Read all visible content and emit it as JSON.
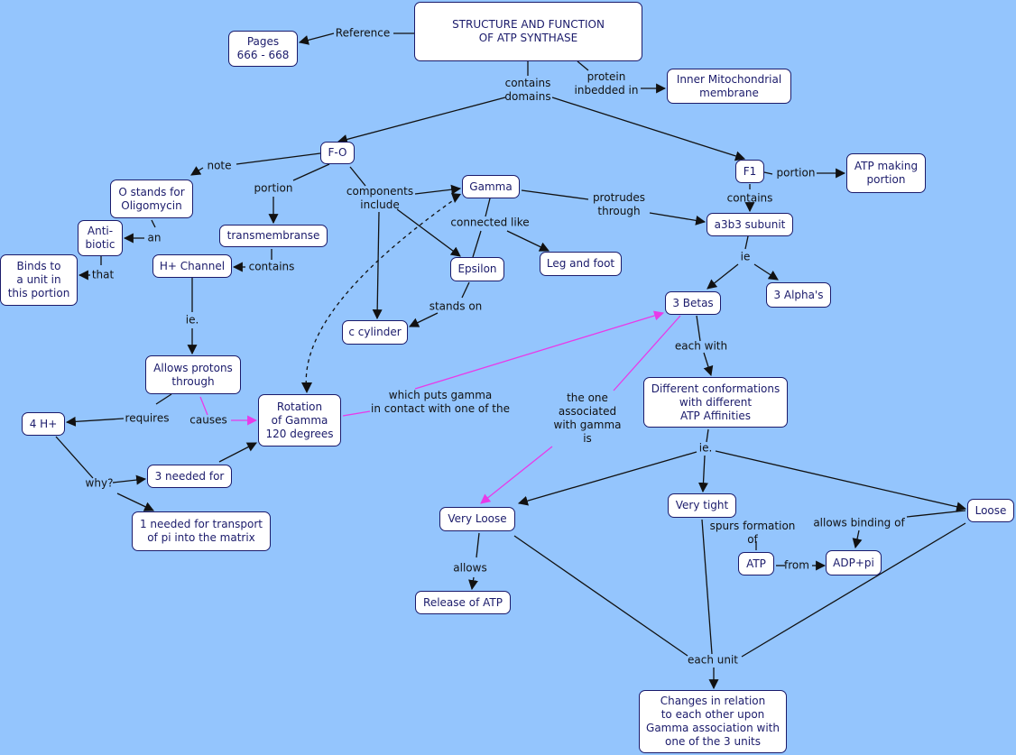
{
  "title": "STRUCTURE AND FUNCTION\nOF ATP SYNTHASE",
  "colors": {
    "background": "#94c5fd",
    "node_border": "#1b1b6b",
    "node_text": "#1b1b6b",
    "line": "#111111",
    "highlight": "#e83ae8"
  },
  "nodes": {
    "root": "STRUCTURE AND FUNCTION\nOF ATP SYNTHASE",
    "pages": "Pages\n666 - 668",
    "inner": "Inner Mitochondrial\nmembrane",
    "fo": "F-O",
    "f1": "F1",
    "atpmaking": "ATP making\nportion",
    "ostands": "O stands for\nOligomycin",
    "antibiotic": "Anti-\nbiotic",
    "binds": "Binds to\na unit in\nthis portion",
    "transmem": "transmembranse",
    "hchannel": "H+ Channel",
    "gamma": "Gamma",
    "epsilon": "Epsilon",
    "legfoot": "Leg and foot",
    "ccyl": "c cylinder",
    "a3b3": "a3b3 subunit",
    "betas": "3 Betas",
    "alphas": "3 Alpha's",
    "allows": "Allows protons\nthrough",
    "rotation": "Rotation\nof Gamma\n120 degrees",
    "h4": "4 H+",
    "three": "3 needed for",
    "one": "1 needed for transport\nof pi into the matrix",
    "diffconf": "Different conformations\nwith different\nATP Affinities",
    "veryloose": "Very Loose",
    "verytight": "Very tight",
    "loose": "Loose",
    "atp": "ATP",
    "adppi": "ADP+pi",
    "release": "Release of ATP",
    "changes": "Changes in relation\nto each other upon\nGamma association with\none of the 3 units"
  },
  "links": {
    "reference": "Reference",
    "contains_domains": "contains\ndomains",
    "protein_inbedded": "protein\ninbedded in",
    "note": "note",
    "portion_fo": "portion",
    "components": "components\ninclude",
    "an": "an",
    "that": "that",
    "contains_tm": "contains",
    "portion_f1": "portion",
    "contains_f1": "contains",
    "connected": "connected like",
    "protrudes": "protrudes\nthrough",
    "stands": "stands on",
    "ie_a3b3": "ie",
    "ie_hch": "ie.",
    "requires": "requires",
    "causes": "causes",
    "why": "why?",
    "puts": "which puts gamma\nin contact with one of the",
    "theone": "the one\nassociated\nwith gamma\nis",
    "eachwith": "each with",
    "ie_diff": "ie.",
    "allows_rel": "allows",
    "spurs": "spurs formation\nof",
    "from": "from",
    "binding": "allows binding of",
    "eachunit": "each unit"
  }
}
